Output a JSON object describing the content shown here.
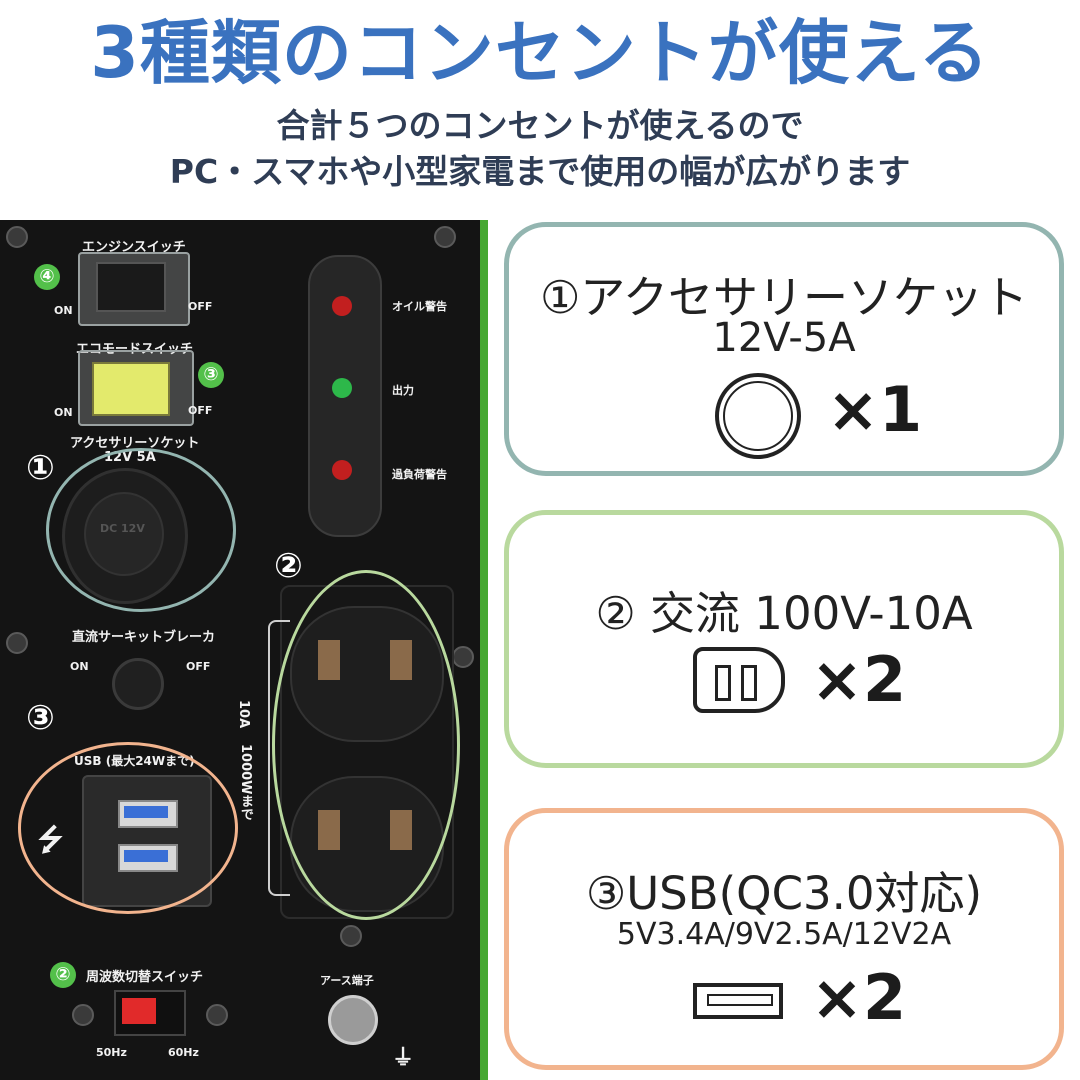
{
  "header": {
    "title": "3種類のコンセントが使える",
    "subtitle_line1": "合計５つのコンセントが使えるので",
    "subtitle_line2": "PC・スマホや小型家電まで使用の幅が広がります"
  },
  "photo": {
    "engine_switch": "エンジンスイッチ",
    "eco_switch": "エコモードスイッチ",
    "accessory_socket": "アクセサリーソケット",
    "accessory_rating": "12V 5A",
    "on": "ON",
    "off": "OFF",
    "oil_warning": "オイル警告",
    "output": "出力",
    "overload_warning": "過負荷警告",
    "dc_breaker": "直流サーキットブレーカ",
    "usb_label": "USB (最大24Wまで)",
    "ac_rating_a": "10A",
    "ac_rating_w": "1000Wまで",
    "frequency_switch": "周波数切替スイッチ",
    "hz50": "50Hz",
    "hz60": "60Hz",
    "ground": "アース端子",
    "cap_text": "DC 12V",
    "marker1": "①",
    "marker2": "②",
    "marker3": "③",
    "green2": "②",
    "green3": "③",
    "green4": "④",
    "usb_symbol": "⭍"
  },
  "boxes": {
    "accessory": {
      "title": "①アクセサリーソケット",
      "rating": "12V-5A",
      "count": "×1",
      "color": "#93b5b0"
    },
    "ac": {
      "title": "② 交流 100V-10A",
      "count": "×2",
      "color": "#b9d99e"
    },
    "usb": {
      "title": "③USB(QC3.0対応)",
      "rating": "5V3.4A/9V2.5A/12V2A",
      "count": "×2",
      "color": "#f2b48e"
    }
  }
}
